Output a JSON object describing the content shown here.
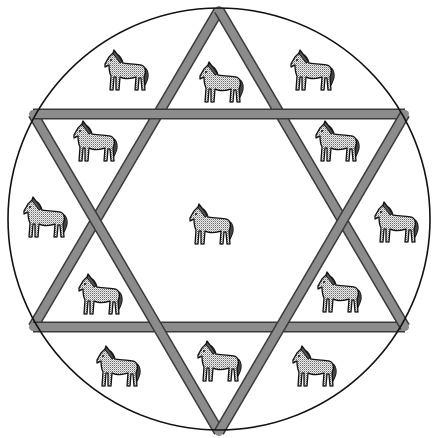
{
  "figure": {
    "kind": "hexagram-in-circle",
    "icon": "horse-icon",
    "colors": {
      "background": "#ffffff",
      "circle_stroke": "#111111",
      "band_fill": "#8c8c8c",
      "band_edge": "#3a3a3a",
      "horse_outline": "#111111",
      "horse_fill_pattern": "#9a9a9a"
    },
    "regions": [
      {
        "id": "center-hexagon",
        "horse_count": 1
      },
      {
        "id": "star-point-top",
        "horse_count": 1
      },
      {
        "id": "star-point-upper-right",
        "horse_count": 1
      },
      {
        "id": "star-point-lower-right",
        "horse_count": 1
      },
      {
        "id": "star-point-bottom",
        "horse_count": 1
      },
      {
        "id": "star-point-lower-left",
        "horse_count": 1
      },
      {
        "id": "star-point-upper-left",
        "horse_count": 1
      },
      {
        "id": "outer-gap-top-left",
        "horse_count": 1
      },
      {
        "id": "outer-gap-top-right",
        "horse_count": 1
      },
      {
        "id": "outer-gap-right",
        "horse_count": 1
      },
      {
        "id": "outer-gap-bottom-right",
        "horse_count": 1
      },
      {
        "id": "outer-gap-bottom-left",
        "horse_count": 1
      },
      {
        "id": "outer-gap-left",
        "horse_count": 1
      }
    ]
  }
}
